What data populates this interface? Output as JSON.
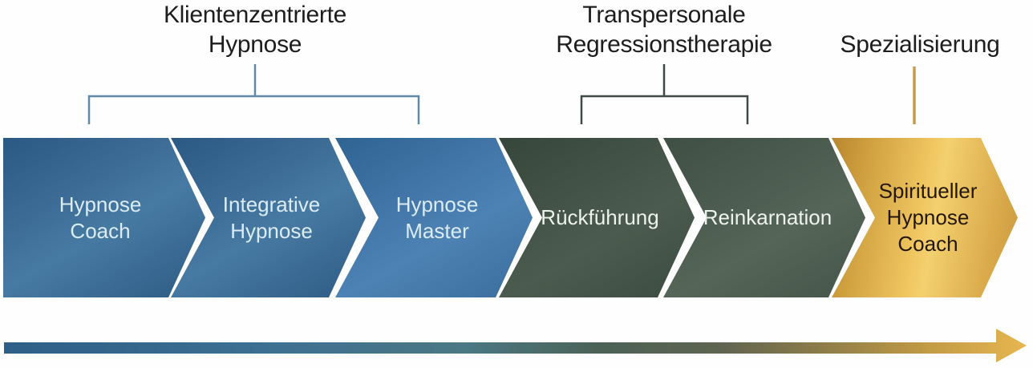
{
  "phases": [
    {
      "label": "Klientenzentrierte\nHypnose"
    },
    {
      "label": "Transpersonale\nRegressionstherapie"
    },
    {
      "label": "Spezialisierung"
    }
  ],
  "steps": [
    {
      "label": "Hypnose\nCoach",
      "color": "#39688f"
    },
    {
      "label": "Integrative\nHypnose",
      "color": "#39688f"
    },
    {
      "label": "Hypnose\nMaster",
      "color": "#41739f"
    },
    {
      "label": "Rückführung",
      "color": "#424f41"
    },
    {
      "label": "Reinkarnation",
      "color": "#4b5a4e"
    },
    {
      "label": "Spiritueller\nHypnose\nCoach",
      "color": "#e0b253"
    }
  ],
  "colors": {
    "bracket_blue": "#5f89a4",
    "bracket_dark": "#3e4b45",
    "specialization_line": "#c79c4e",
    "arrow_gradient_start": "#2d5f88",
    "arrow_gradient_mid": "#4b6257",
    "arrow_gradient_end": "#e8b650",
    "step_text_light": "#dcecf4",
    "step_text_dark": "#231808",
    "label_text": "#1d1d1d"
  }
}
